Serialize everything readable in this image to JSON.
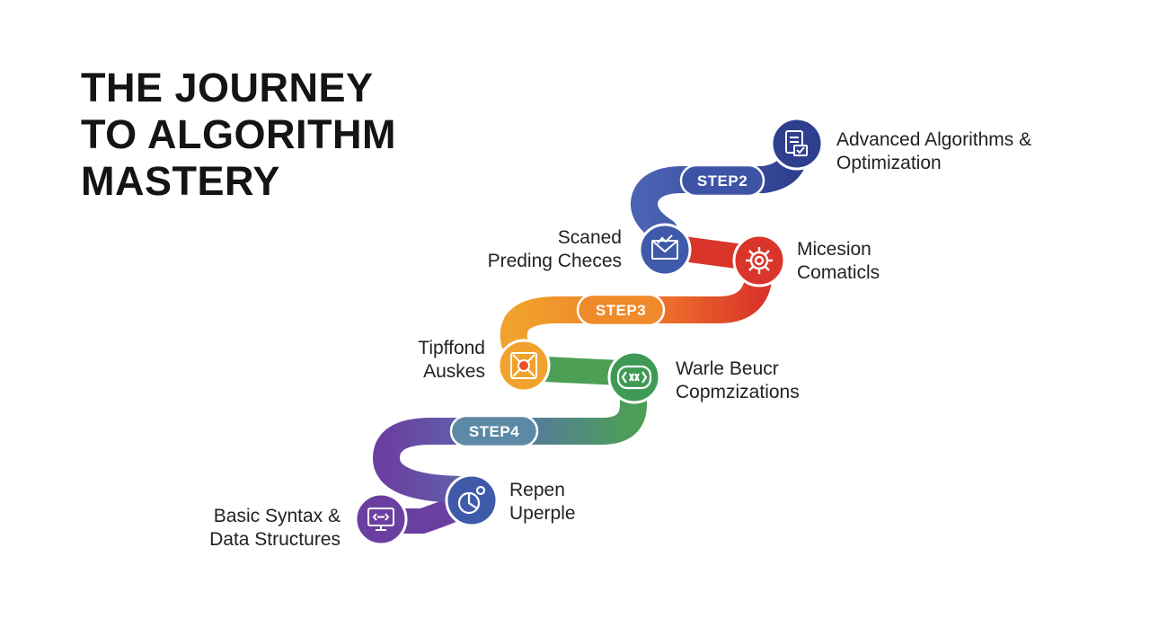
{
  "title": {
    "line1": "THE JOURNEY",
    "line2": "TO ALGORITHM",
    "line3": "MASTERY"
  },
  "steps": {
    "step2": "STEP2",
    "step3": "STEP3",
    "step4": "STEP4"
  },
  "milestones": [
    {
      "id": "advanced",
      "line1": "Advanced Algorithms &",
      "line2": "Optimization",
      "icon": "document-check-icon",
      "color": "#2f3f8f"
    },
    {
      "id": "scaned",
      "line1": "Scaned",
      "line2": "Preding Checes",
      "icon": "envelope-chart-icon",
      "color": "#3f5aa8"
    },
    {
      "id": "micesion",
      "line1": "Micesion",
      "line2": "Comaticls",
      "icon": "gear-icon",
      "color": "#d9352a"
    },
    {
      "id": "tipffond",
      "line1": "Tipffond",
      "line2": "Auskes",
      "icon": "target-x-icon",
      "color": "#f0a22c"
    },
    {
      "id": "warle",
      "line1": "Warle Beucr",
      "line2": "Copmzizations",
      "icon": "code-brackets-icon",
      "color": "#3f9a56"
    },
    {
      "id": "repen",
      "line1": "Repen",
      "line2": "Uperple",
      "icon": "pie-chart-icon",
      "color": "#3f5aa8"
    },
    {
      "id": "basic",
      "line1": "Basic Syntax &",
      "line2": "Data Structures",
      "icon": "monitor-code-icon",
      "color": "#6b3fa0"
    }
  ],
  "colors": {
    "purple": "#6b3fa0",
    "green": "#4c9f55",
    "orange": "#f0a22c",
    "red": "#d9352a",
    "blue": "#3f5aa8",
    "navy": "#2f3f8f"
  }
}
